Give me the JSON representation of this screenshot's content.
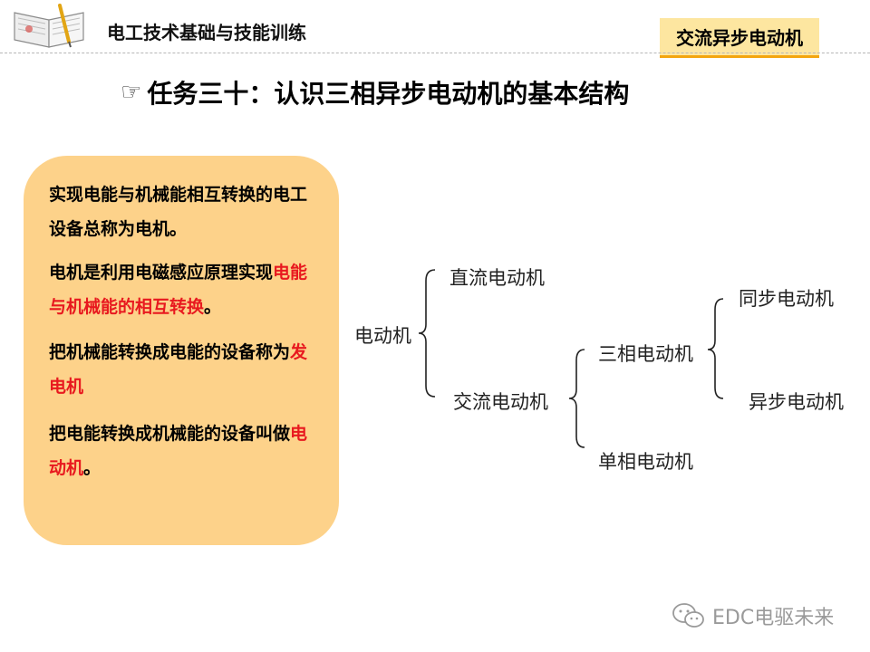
{
  "header": {
    "course_title": "电工技术基础与技能训练",
    "topic_badge": "交流异步电动机"
  },
  "title": {
    "pointer_glyph": "☞",
    "text": "任务三十：认识三相异步电动机的基本结构"
  },
  "panel": {
    "p1": "实现电能与机械能相互转换的电工设备总称为电机。",
    "p2_pre": "电机是利用电磁感应原理实现",
    "p2_red": "电能与机械能的相互转换",
    "p2_post": "。",
    "p3_pre": "把机械能转换成电能的设备称为",
    "p3_red": "发电机",
    "p4_pre": "把电能转换成机械能的设备叫做",
    "p4_red": "电动机",
    "p4_post": "。",
    "colors": {
      "background": "#fdd28a",
      "highlight": "#e8191f"
    }
  },
  "tree": {
    "root": "电动机",
    "dc": "直流电动机",
    "ac": "交流电动机",
    "three_phase": "三相电动机",
    "single_phase": "单相电动机",
    "sync": "同步电动机",
    "async": "异步电动机"
  },
  "watermark": {
    "icon": "wechat-icon",
    "text": "EDC电驱未来"
  }
}
